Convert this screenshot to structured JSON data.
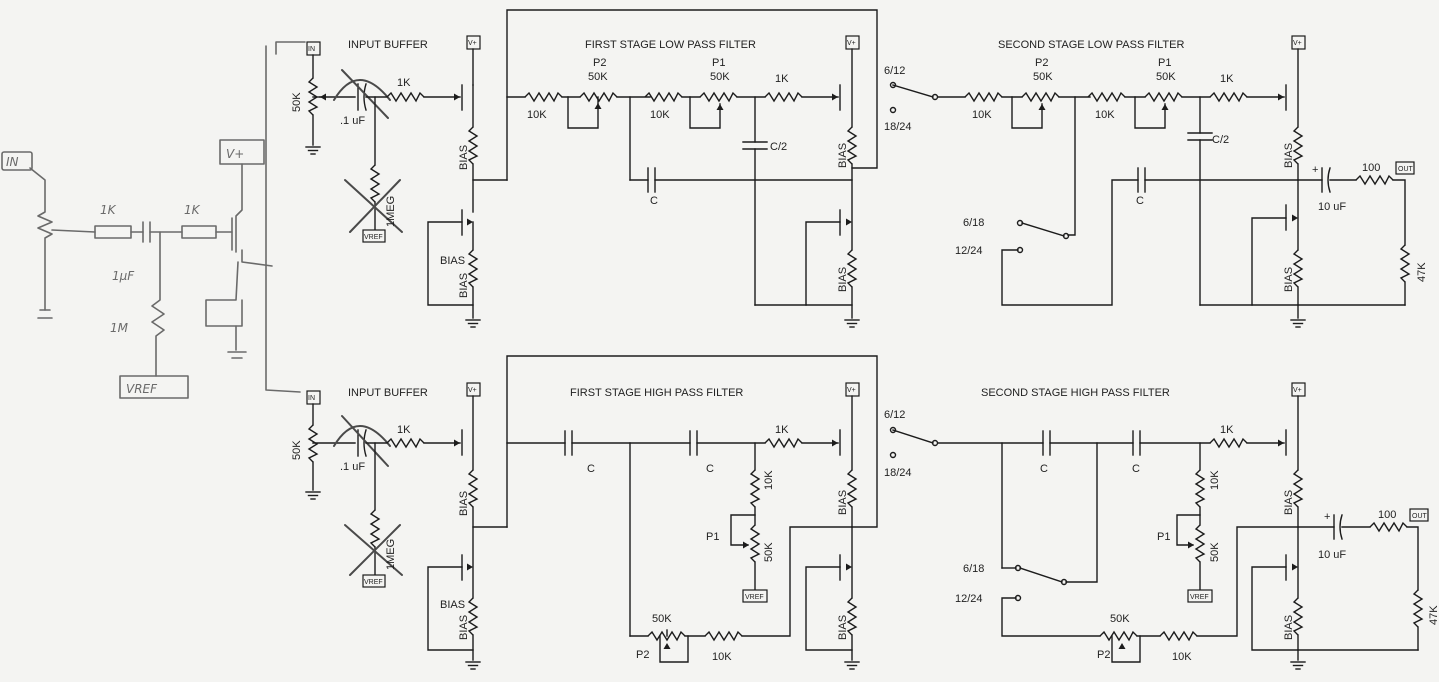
{
  "titles": {
    "input_buffer_top": "INPUT BUFFER",
    "lpf1": "FIRST STAGE LOW PASS FILTER",
    "lpf2": "SECOND STAGE LOW PASS FILTER",
    "input_buffer_bottom": "INPUT BUFFER",
    "hpf1": "FIRST STAGE HIGH PASS FILTER",
    "hpf2": "SECOND STAGE HIGH PASS FILTER"
  },
  "terminals": {
    "in": "IN",
    "vplus": "V+",
    "vref": "VREF",
    "out": "OUT"
  },
  "labels": {
    "r50k": "50K",
    "r1k": "1K",
    "r10k": "10K",
    "c01uf": ".1 uF",
    "r1meg": "1MEG",
    "bias": "BIAS",
    "p1": "P1",
    "p2": "P2",
    "c": "C",
    "c_half": "C/2",
    "sw_612": "6/12",
    "sw_1824": "18/24",
    "sw_618": "6/18",
    "sw_1224": "12/24",
    "r100": "100",
    "c10uf": "10 uF",
    "r47k": "47K",
    "plus": "+"
  },
  "sketch": {
    "in": "IN",
    "vplus": "V+",
    "r1k_a": "1K",
    "r1k_b": "1K",
    "c1uf": "1µF",
    "r1m": "1M",
    "vref": "VREF"
  }
}
